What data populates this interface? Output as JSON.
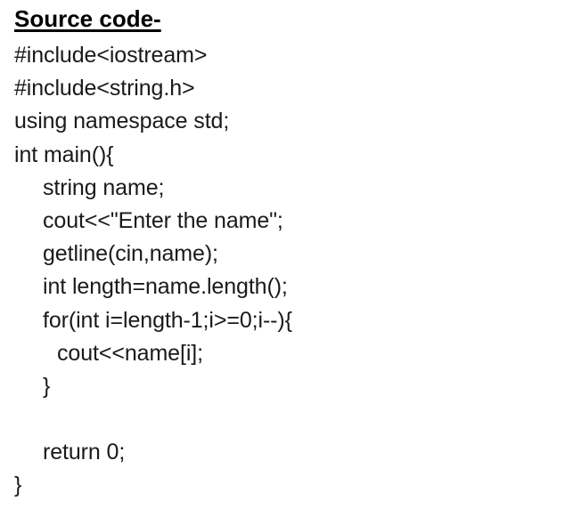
{
  "document": {
    "background_color": "#ffffff",
    "text_color": "#1a1a1a",
    "clipped_top_fragment": "",
    "heading": "Source code-",
    "language": "C++",
    "code_lines": [
      {
        "text": "#include<iostream>",
        "indent": 0
      },
      {
        "text": "#include<string.h>",
        "indent": 0
      },
      {
        "text": "using namespace std;",
        "indent": 0
      },
      {
        "text": "int main(){",
        "indent": 0
      },
      {
        "text": "string name;",
        "indent": 1
      },
      {
        "text": "cout<<\"Enter the name\";",
        "indent": 1
      },
      {
        "text": "getline(cin,name);",
        "indent": 1
      },
      {
        "text": "int length=name.length();",
        "indent": 1
      },
      {
        "text": "for(int i=length-1;i>=0;i--){",
        "indent": 1
      },
      {
        "text": "cout<<name[i];",
        "indent": 2
      },
      {
        "text": "}",
        "indent": 1
      },
      {
        "text": "",
        "indent": 0
      },
      {
        "text": "return 0;",
        "indent": 1
      },
      {
        "text": "}",
        "indent": 0
      }
    ]
  }
}
